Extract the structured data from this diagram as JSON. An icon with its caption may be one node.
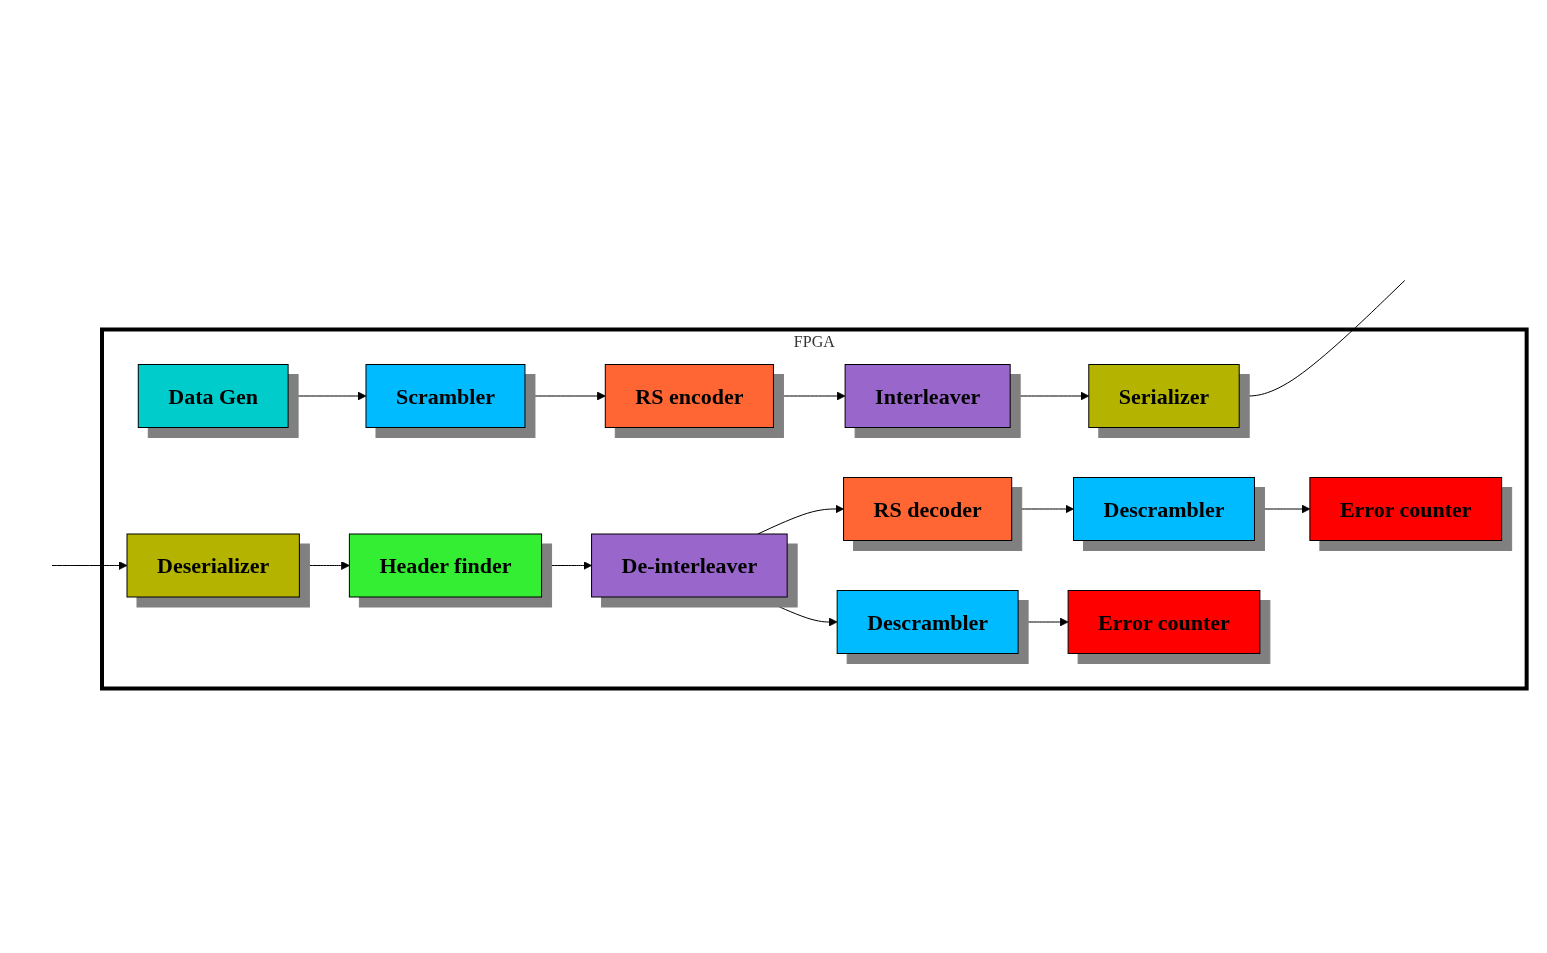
{
  "diagram": {
    "nodes": [
      {
        "text": [
          "FPGA"
        ]
      },
      {
        "text": [
          "Data Gen"
        ],
        "in": 0
      },
      {
        "text": [
          "Scrambler"
        ],
        "in": 0
      },
      {
        "text": [
          "RS encoder"
        ],
        "in": 0
      },
      {
        "text": [
          "Interleaver"
        ],
        "in": 0
      },
      {
        "text": [
          "Serializer"
        ],
        "in": 0
      },
      {
        "text": [
          "Error counter"
        ],
        "in": 0
      },
      {
        "text": [
          "Descrambler"
        ],
        "in": 0
      },
      {
        "text": [
          "RS decoder"
        ],
        "in": 0
      },
      {
        "text": [
          "De-interleaver"
        ],
        "in": 0
      },
      {
        "text": [
          "Header finder"
        ],
        "in": 0
      },
      {
        "text": [
          "Deserializer"
        ],
        "in": 0
      },
      {
        "text": [
          "Error counter"
        ],
        "in": 0
      },
      {
        "text": [
          "Descrambler"
        ],
        "in": 0
      }
    ],
    "edges": [
      {
        "from": 1,
        "to": 2,
        "arrow": "to"
      },
      {
        "from": 2,
        "to": 3,
        "arrow": "to"
      },
      {
        "from": 3,
        "to": 4,
        "arrow": "to"
      },
      {
        "from": 4,
        "to": 5,
        "arrow": "to"
      },
      {
        "from": 5,
        "to": null,
        "arrow": "none"
      },
      {
        "from": null,
        "to": 11,
        "arrow": "to"
      },
      {
        "from": 11,
        "to": 10,
        "arrow": "to"
      },
      {
        "from": 10,
        "to": 9,
        "arrow": "to"
      },
      {
        "from": 9,
        "to": 8,
        "arrow": "to"
      },
      {
        "from": 9,
        "to": 13,
        "arrow": "to"
      },
      {
        "from": 8,
        "to": 7,
        "arrow": "to"
      },
      {
        "from": 7,
        "to": 6,
        "arrow": "to"
      },
      {
        "from": 13,
        "to": 12,
        "arrow": "to"
      }
    ]
  }
}
